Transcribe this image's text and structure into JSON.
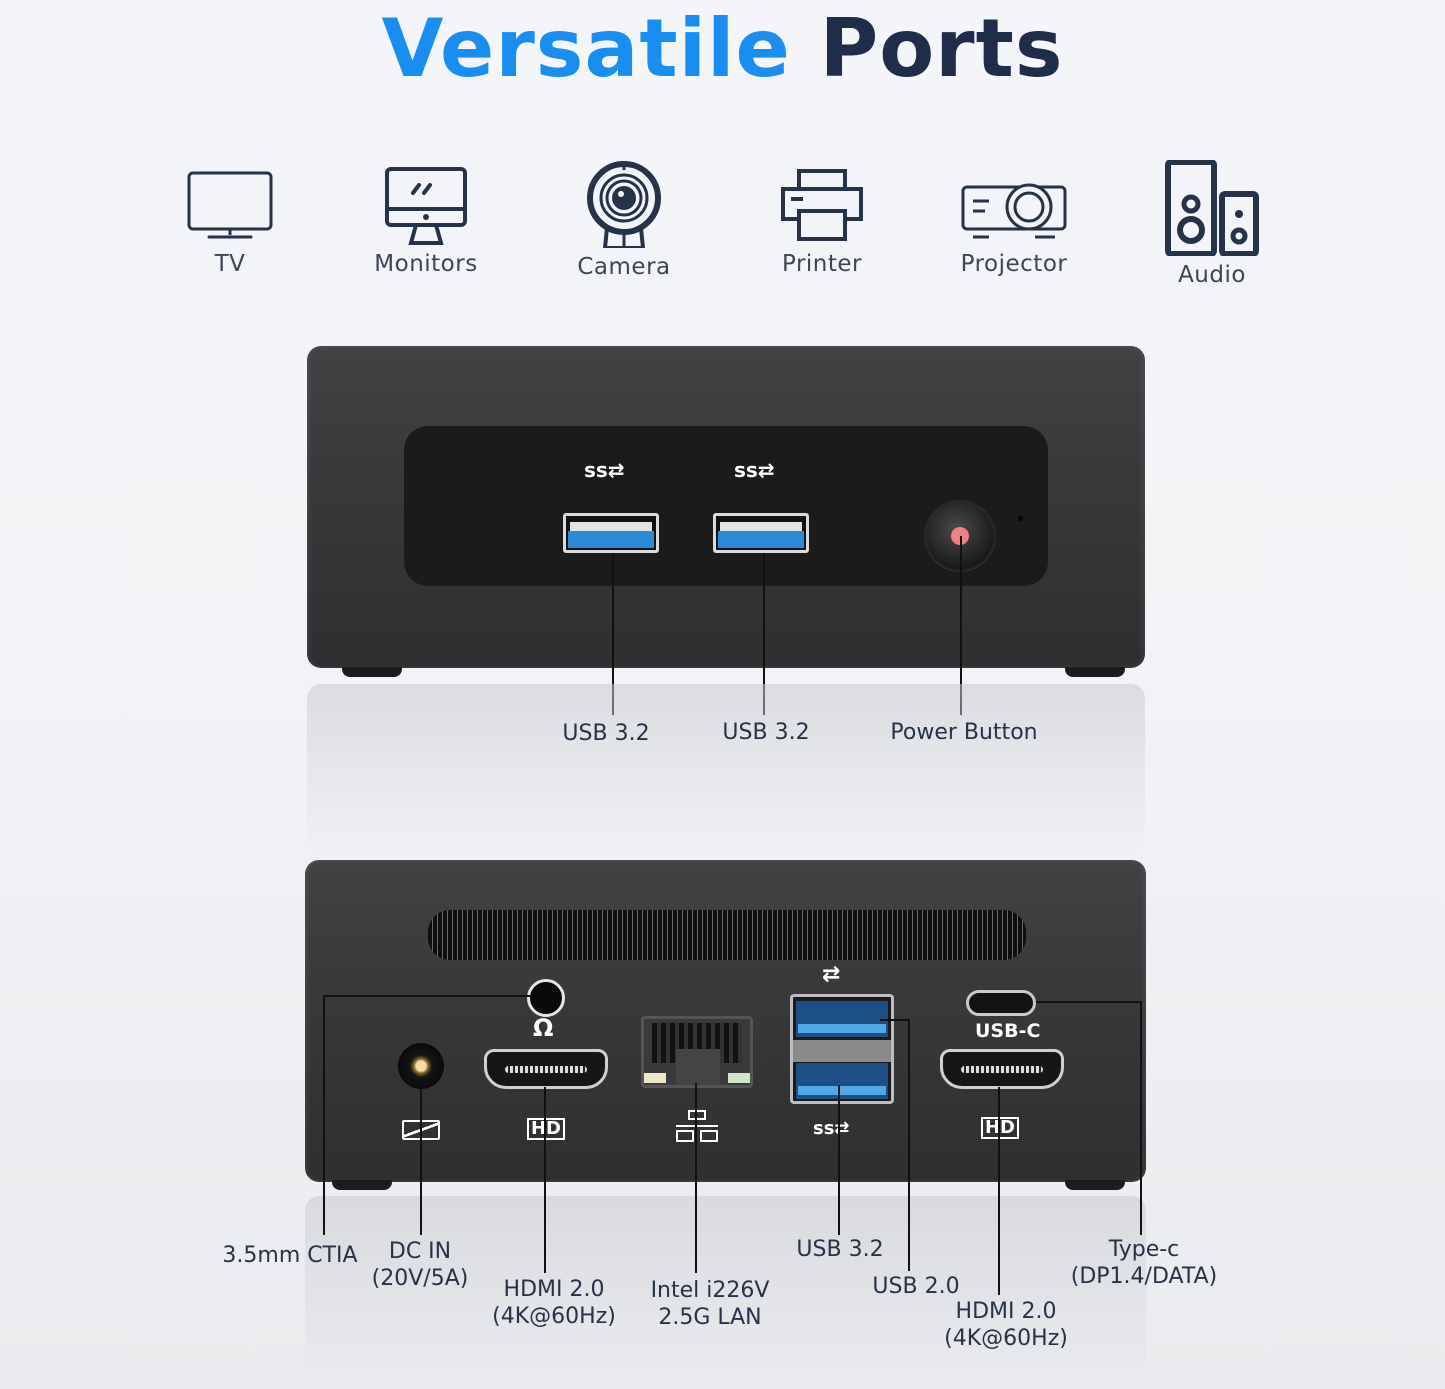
{
  "title": {
    "part1": "Versatile",
    "part2": "Ports",
    "color1": "#1a8ef0",
    "color2": "#1f2d4a"
  },
  "devices": [
    {
      "label": "TV",
      "icon": "tv-icon"
    },
    {
      "label": "Monitors",
      "icon": "monitor-icon"
    },
    {
      "label": "Camera",
      "icon": "webcam-icon"
    },
    {
      "label": "Printer",
      "icon": "printer-icon"
    },
    {
      "label": "Projector",
      "icon": "projector-icon"
    },
    {
      "label": "Audio",
      "icon": "speakers-icon"
    }
  ],
  "front_panel": {
    "ports": [
      {
        "label": "USB 3.2",
        "icon": "usb-superspeed-icon"
      },
      {
        "label": "USB 3.2",
        "icon": "usb-superspeed-icon"
      },
      {
        "label": "Power Button",
        "icon": "power-button-icon"
      }
    ]
  },
  "rear_panel": {
    "usb_c_marking": "USB-C",
    "ports": [
      {
        "label": "3.5mm CTIA",
        "icon": "headphone-jack-icon"
      },
      {
        "label": "DC IN",
        "sub": "(20V/5A)",
        "icon": "dc-power-icon"
      },
      {
        "label": "HDMI 2.0",
        "sub": "(4K@60Hz)",
        "icon": "hdmi-icon",
        "marking": "HD"
      },
      {
        "label": "Intel i226V",
        "sub": "2.5G LAN",
        "icon": "ethernet-icon"
      },
      {
        "label": "USB 3.2",
        "icon": "usb-superspeed-icon"
      },
      {
        "label": "USB 2.0",
        "icon": "usb-icon"
      },
      {
        "label": "HDMI 2.0",
        "sub": "(4K@60Hz)",
        "icon": "hdmi-icon",
        "marking": "HD"
      },
      {
        "label": "Type-c",
        "sub": "(DP1.4/DATA)",
        "icon": "usb-c-icon"
      }
    ]
  }
}
